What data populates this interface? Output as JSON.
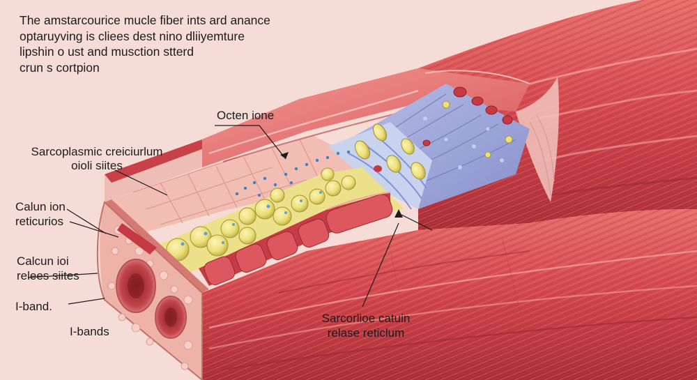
{
  "intro_lines": [
    "The amstarcourice mucle fiber ints ard anance",
    "optaruyving  is cliees dest nino dliiyemture",
    "lipshin o ust and musction stterd",
    "crun s cortpion"
  ],
  "labels": {
    "octen_ione": "Octen ione",
    "sarcoplasmic": [
      "Sarcoplasmic creiciurlum",
      "oioli siites"
    ],
    "calun_ion": [
      "Calun ion",
      "reticurios"
    ],
    "calcun_ioi": [
      "Calcun ioi",
      "relees siites"
    ],
    "i_band": "I-band.",
    "i_bands": "I-bands",
    "sarcorlioe": [
      "Sarcorlioe catuin",
      "relase reticlum"
    ]
  },
  "colors": {
    "background": "#f6dcd6",
    "muscle": "#d2454c",
    "muscle_dark": "#a92d36",
    "muscle_light": "#ec8c88",
    "sarcolemma": "#eeb3a8",
    "myofibril_purple": "#9ea6d8",
    "vesicle_yellow": "#efe07f",
    "label_line": "#1c1c1c"
  }
}
